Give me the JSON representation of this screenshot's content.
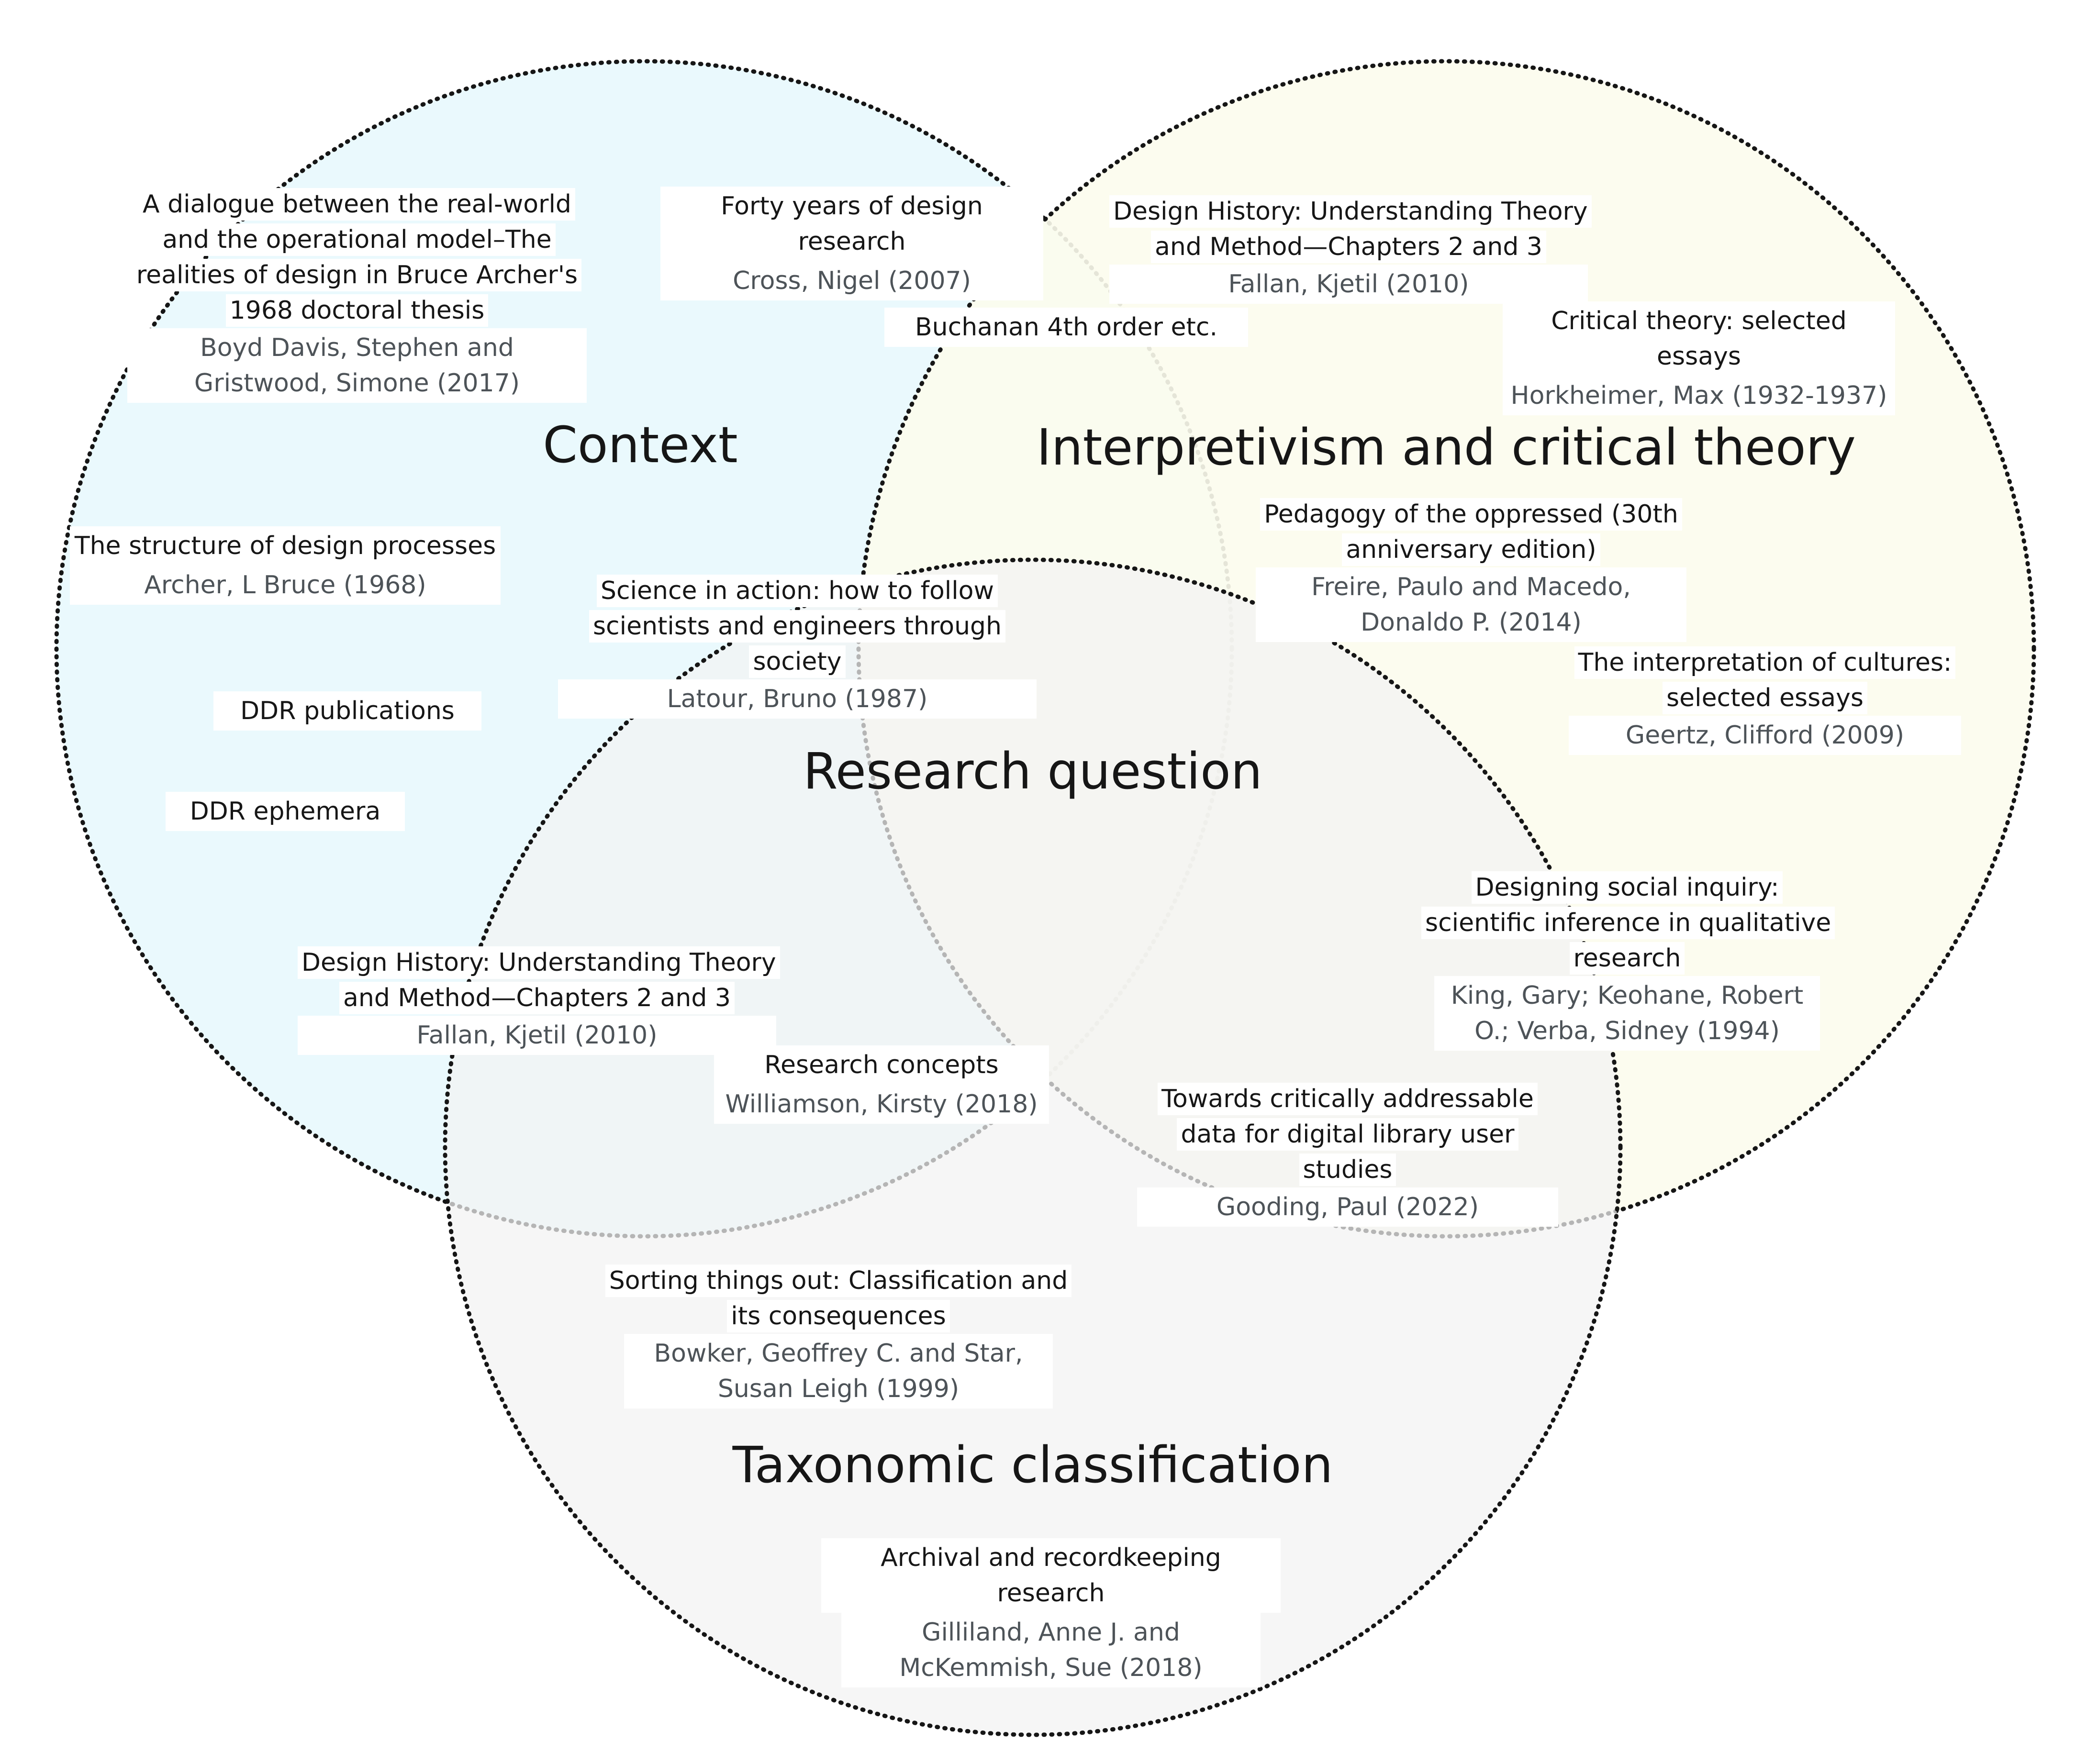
{
  "colors": {
    "context_fill": "#e8f8fd",
    "interpretivism_fill": "#fcfced",
    "taxonomic_fill": "#f2f2f2",
    "outline": "#161616",
    "title_text": "#161616",
    "author_text": "#4d5358"
  },
  "regions": {
    "context": "Context",
    "interpretivism": "Interpretivism and critical theory",
    "taxonomic": "Taxonomic classification",
    "center": "Research question"
  },
  "references": [
    {
      "title": "A dialogue between the real-world and the operational model–The realities of design in Bruce Archer's 1968 doctoral thesis",
      "author": "Boyd Davis, Stephen and Gristwood, Simone (2017)"
    },
    {
      "title": "Forty years of design research",
      "author": "Cross, Nigel (2007)"
    },
    {
      "title": "Design History: Understanding Theory and Method—Chapters 2 and 3",
      "author": "Fallan, Kjetil (2010)"
    },
    {
      "title": "Critical theory: selected essays",
      "author": "Horkheimer, Max (1932-1937)"
    },
    {
      "title": "Buchanan 4th order etc.",
      "author": ""
    },
    {
      "title": "Pedagogy of the oppressed (30th anniversary edition)",
      "author": "Freire, Paulo and Macedo, Donaldo P. (2014)"
    },
    {
      "title": "The structure of design processes",
      "author": "Archer, L Bruce (1968)"
    },
    {
      "title": "Science in action: how to follow scientists and engineers through society",
      "author": "Latour, Bruno (1987)"
    },
    {
      "title": "The interpretation of cultures: selected essays",
      "author": "Geertz, Clifford (2009)"
    },
    {
      "title": "DDR publications",
      "author": ""
    },
    {
      "title": "DDR ephemera",
      "author": ""
    },
    {
      "title": "Designing social inquiry: scientific inference in qualitative research",
      "author": "King, Gary; Keohane, Robert O.; Verba, Sidney (1994)"
    },
    {
      "title": "Design History: Understanding Theory and Method—Chapters 2 and 3",
      "author": "Fallan, Kjetil (2010)"
    },
    {
      "title": "Research concepts",
      "author": "Williamson, Kirsty (2018)"
    },
    {
      "title": "Towards critically addressable data for digital library user studies",
      "author": "Gooding, Paul (2022)"
    },
    {
      "title": "Sorting things out: Classification and its consequences",
      "author": "Bowker, Geoffrey C. and Star, Susan Leigh (1999)"
    },
    {
      "title": "Archival and recordkeeping research",
      "author": "Gilliland, Anne J. and McKemmish, Sue (2018)"
    }
  ]
}
